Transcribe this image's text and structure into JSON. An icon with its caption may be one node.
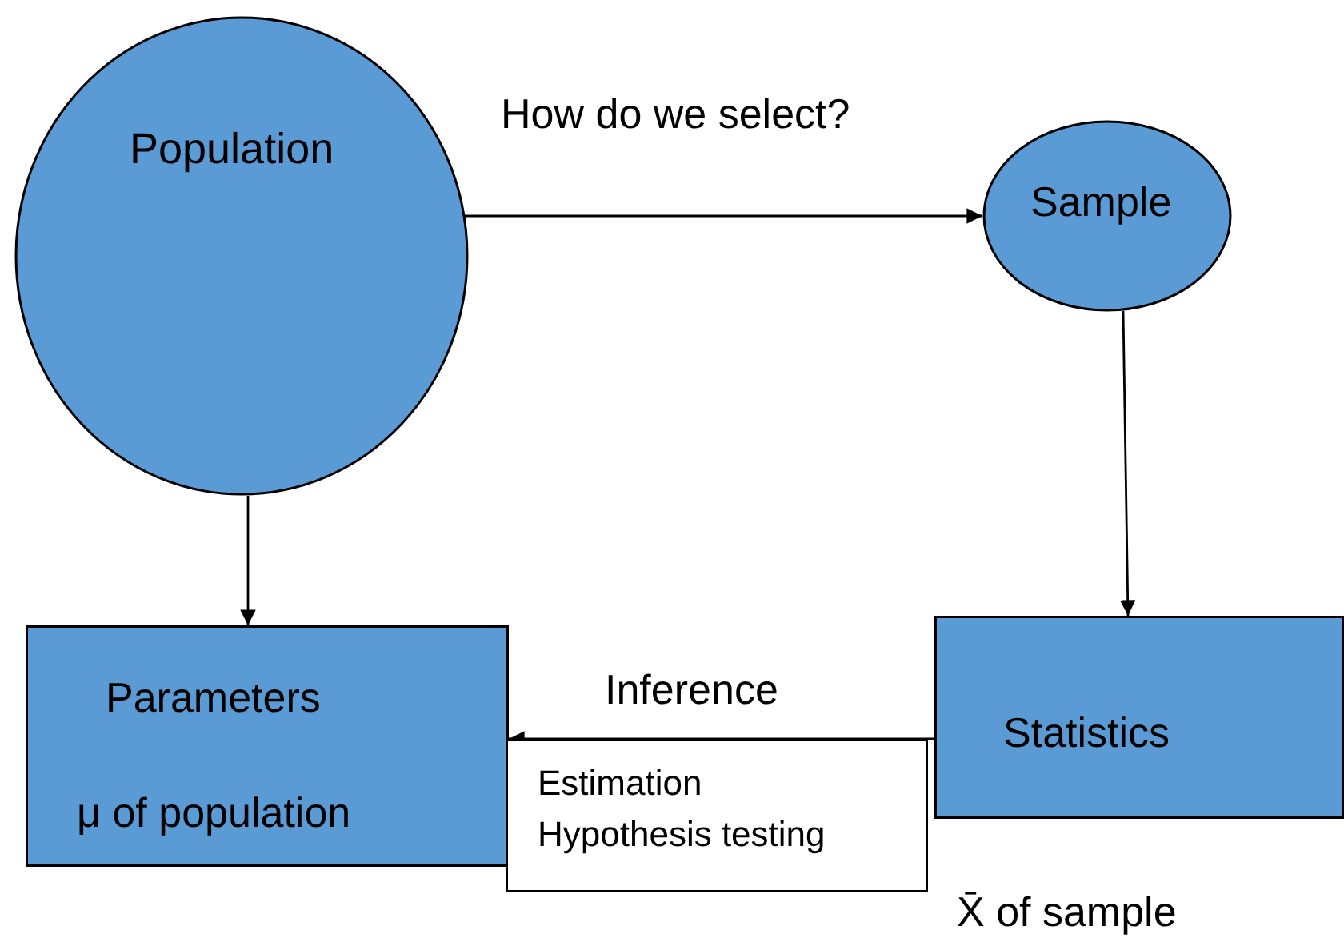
{
  "diagram": {
    "nodes": [
      {
        "text": [
          "Population"
        ]
      },
      {
        "text": [
          "Sample"
        ]
      },
      {
        "text": [
          "Parameters",
          "μ of population"
        ]
      },
      {
        "text": [
          "Statistics"
        ]
      },
      {
        "text": [
          "Estimation Hypothesis testing"
        ]
      }
    ],
    "edges": [
      {
        "from": 0,
        "to": 1,
        "arrow": "to",
        "label": "How do we select?"
      },
      {
        "from": 0,
        "to": 2,
        "arrow": "to"
      },
      {
        "from": 1,
        "to": 3,
        "arrow": "to"
      },
      {
        "from": 3,
        "to": 2,
        "arrow": "to",
        "label": "Inference"
      }
    ],
    "labels": [
      "X̄ of sample"
    ]
  }
}
